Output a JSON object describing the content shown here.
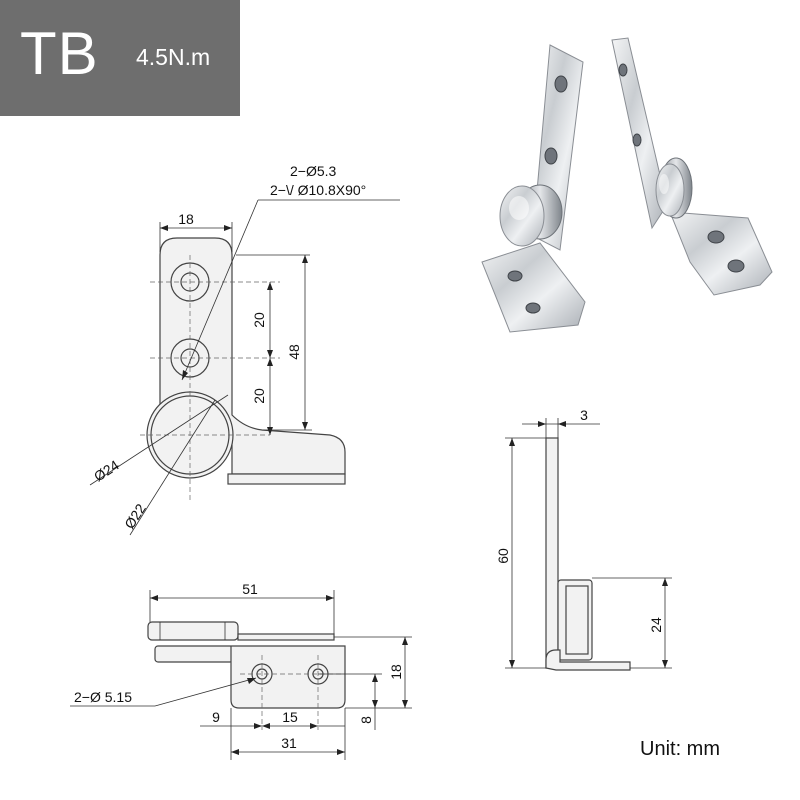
{
  "badge": {
    "model": "TB",
    "torque": "4.5N.m"
  },
  "unit_label": "Unit: mm",
  "front_view": {
    "hole_spec_line1": "2−Ø5.3",
    "hole_spec_line2": "2−\\/ Ø10.8X90°",
    "dim_width": "18",
    "dim_hole_pitch_upper": "20",
    "dim_hole_pitch_lower": "20",
    "dim_height": "48",
    "dim_outer_diameter": "Ø24",
    "dim_inner_diameter": "Ø22"
  },
  "bottom_view": {
    "dim_length": "51",
    "hole_spec": "2−Ø 5.15",
    "dim_edge_offset": "9",
    "dim_hole_pitch": "15",
    "dim_base_width": "31",
    "dim_height": "18",
    "dim_edge": "8"
  },
  "side_view": {
    "dim_thickness": "3",
    "dim_total_height": "60",
    "dim_barrel_height": "24"
  }
}
